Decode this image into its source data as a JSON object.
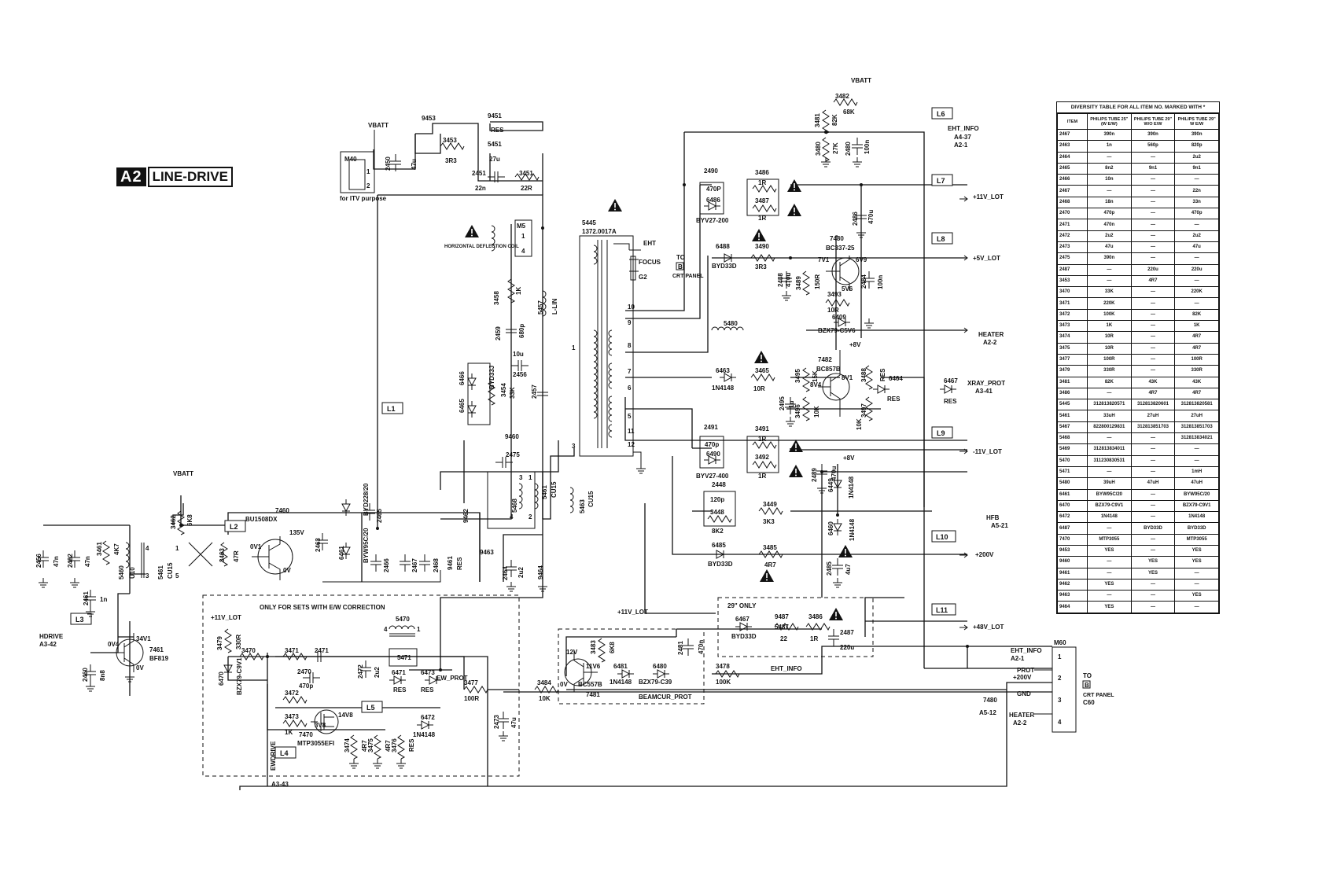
{
  "title": {
    "code": "A2",
    "name": "LINE-DRIVE"
  },
  "connectors": {
    "L1": "L1",
    "L2": "L2",
    "L3": "L3",
    "L4": "L4",
    "L5": "L5",
    "L6": "L6",
    "L7": "L7",
    "L8": "L8",
    "L9": "L9",
    "L10": "L10",
    "L11": "L11"
  },
  "nets": {
    "vbatt": "VBATT",
    "eht_info": "EHT_INFO",
    "eht_info_ref": "A4-37",
    "eht_info_ref2": "A2-1",
    "v11_lot": "+11V_LOT",
    "v5_lot": "+5V_LOT",
    "heater": "HEATER",
    "heater_ref": "A2-2",
    "xray_prot": "XRAY_PROT",
    "xray_ref": "A3-41",
    "vm11_lot": "-11V_LOT",
    "hfb": "HFB",
    "hfb_ref": "A5-21",
    "v200": "+200V",
    "v48_lot": "+48V_LOT",
    "hdrive": "HDRIVE",
    "hdrive_ref": "A3-42",
    "ewdrive": "EWDRIVE",
    "ewdrive_ref": "A3-43",
    "ew_prot": "EW_PROT",
    "beamcur_prot": "BEAMCUR_PROT",
    "v8": "+8V",
    "v8b": "+8V",
    "v11_lot2": "+11V_LOT",
    "v11_lot3": "+11V_LOT",
    "eht_info2": "EHT_INFO",
    "eht_info3": "EHT_INFO",
    "eht_ref3": "A2-1",
    "prot": "PROT",
    "prot_v": "+200V",
    "gnd": "GND",
    "heater2": "HEATER",
    "heater2_ref": "A2-2",
    "r7480": "7480",
    "r7480_ref": "A5-12"
  },
  "labels": {
    "m40": "M40",
    "m40_1": "1",
    "m40_2": "2",
    "itv": "for ITV purpose",
    "c2450": "2450",
    "c2450v": "47u",
    "r9453": "9453",
    "r3453": "3453",
    "r3453v": "3R3",
    "r9451": "9451",
    "r9451v": "RES",
    "l5451": "5451",
    "l5451v": "27u",
    "c2451": "2451",
    "c2451v": "22n",
    "r3451": "3451",
    "r3451v": "22R",
    "hdc": "HORIZONTAL DEFLECTION COIL",
    "m5": "M5",
    "m5_1": "1",
    "m5_4": "4",
    "t5445": "5445",
    "t5445v": "1372.0017A",
    "eht": "EHT",
    "focus": "FOCUS",
    "g2": "G2",
    "to": "TO",
    "b": "B",
    "crt_panel": "CRT PANEL",
    "p10": "10",
    "p9": "9",
    "p8": "8",
    "p7": "7",
    "p6": "6",
    "p5": "5",
    "p11": "11",
    "p12": "12",
    "p1": "1",
    "p3": "3",
    "r3458": "3458",
    "r3458v": "1K",
    "l5457": "5457",
    "l5457v": "L-LIN",
    "c2459": "2459",
    "c2459v": "680p",
    "c2456v": "10u",
    "c2456": "2456",
    "d6466": "6466",
    "d6465": "6465",
    "d_byd33j": "BYD33J",
    "r3454": "3454",
    "r3454v": "33K",
    "c2457": "2457",
    "r9460": "9460",
    "c2475": "2475",
    "l5468": "5468",
    "l5468p3": "3",
    "l5468p4": "4",
    "l5461b": "5461",
    "l5461bv": "CU15",
    "l5461bp1": "1",
    "l5461bp2": "2",
    "l5463": "5463",
    "l5463v": "CU15",
    "r9462": "9462",
    "r9463": "9463",
    "c2464": "2464",
    "c2464v": "2u2",
    "c9464": "9464",
    "c2490": "2490",
    "c2490v": "470P",
    "d6486": "6486",
    "d_byv27_200": "BYV27-200",
    "r3486": "3486",
    "r3486v": "1R",
    "r3487": "3487",
    "r3487v": "1R",
    "c2486": "2486",
    "c2486v": "470u",
    "d6488": "6488",
    "d6488v": "BYD33D",
    "r3490": "3490",
    "r3490v": "3R3",
    "q7480": "7480",
    "q7480v": "BC337-25",
    "q7480_7v": "7V1",
    "q7480_6v": "6V9",
    "q7480_5v": "5V6",
    "c2488": "2488",
    "c2488v": "470u",
    "r3489": "3489",
    "r3489v": "150R",
    "r3493": "3493",
    "r3493v": "10R",
    "d6409": "6409",
    "d_bzx_c5v6": "BZX79-C5V6",
    "c2484": "2484",
    "c2484v": "100n",
    "r3482": "3482",
    "r3482v": "68K",
    "r3481": "3481",
    "r3481v": "82K",
    "r3480": "3480",
    "r3480v": "27K",
    "c2480": "2480",
    "c2480v": "100n",
    "l5480": "5480",
    "d6463": "6463",
    "d6463v": "1N4148",
    "r3465": "3465",
    "r3465v": "10R",
    "r3495": "3495",
    "r3495v": "15K",
    "c2495": "2495",
    "c2495v": "1u",
    "r3496": "3496",
    "r3496v": "10K",
    "q7482": "7482",
    "q7482v": "BC857B",
    "q7482_8v": "8V1",
    "q7482_8v4": "8V4",
    "r3488": "3488",
    "r3488v": "RES",
    "d6464": "6464",
    "d6464v": "RES",
    "r3497": "3497",
    "r3497v": "10K",
    "d6467": "6467",
    "d6467v": "RES",
    "c2491": "2491",
    "c2491v": "470p",
    "d6490": "6490",
    "d_byv27_400": "BYV27-400",
    "r3491": "3491",
    "r3491v": "1R",
    "r3492": "3492",
    "r3492v": "1R",
    "c2489": "2489",
    "c2489v": "470u",
    "c2448": "2448",
    "c2448v": "120p",
    "r3448": "3448",
    "r3448v": "8K2",
    "r3449": "3449",
    "r3449v": "3K3",
    "d6485": "6485",
    "d6485v": "BYD33D",
    "r3485": "3485",
    "r3485v": "4R7",
    "d6449": "6449",
    "d6449v": "1N4148",
    "d6460": "6460",
    "d6460v": "1N4148",
    "c2485": "2485",
    "c2485v": "4u7",
    "tube29": "29\" ONLY",
    "d6467b": "6467",
    "d6467bv": "BYD33D",
    "r9487": "9487",
    "l5487": "5487",
    "l5487v": "22",
    "r3486b": "3486",
    "r3486bv": "1R",
    "c2487": "2487",
    "c2487v": "220u",
    "q7481": "7481",
    "q7481v": "BC557B",
    "q7481_12v": "12V",
    "q7481_8v": "0V",
    "q7481_11v": "11V6",
    "r3483": "3483",
    "r3483v": "6K8",
    "d6481": "6481",
    "d6481v": "1N4148",
    "d6480": "6480",
    "d6480v": "BZX79-C39",
    "c2481": "2481",
    "c2481v": "470n",
    "r3478": "3478",
    "r3478v": "100K",
    "r3484": "3484",
    "r3484v": "10K",
    "m60": "M60",
    "m60_1": "1",
    "m60_2": "2",
    "m60_3": "3",
    "m60_4": "4",
    "to2": "TO",
    "b2": "B",
    "crt_panel2": "CRT PANEL",
    "c60": "C60",
    "r3462": "3462",
    "r3462v": "6K8",
    "q7460": "7460",
    "q7460v": "BU1508DX",
    "q7460_135v": "135V",
    "q7460_0v1": "0V1",
    "q7460_0v": "0V",
    "c2463": "2463",
    "c2465": "2465",
    "d_byw95": "BYW95C/20",
    "d6461": "6461",
    "d_byd228": "BYD228/20",
    "c2466": "2466",
    "c2467": "2467",
    "c2468": "2468",
    "r9461": "9461",
    "r9461v": "RES",
    "c2456b": "2456",
    "c2456bv": "47n",
    "c2482": "2482",
    "c2482v": "47n",
    "r3461": "3461",
    "r3461v": "4K7",
    "l5460": "5460",
    "l5460v": "U10",
    "l5461": "5461",
    "l5461v": "CU15",
    "r3463": "3463",
    "r3463v": "47R",
    "p4": "4",
    "p1b": "1",
    "p3b": "3",
    "p5b": "5",
    "c2461": "2461",
    "c2461v": "1n",
    "c2460": "2460",
    "c2460v": "8n8",
    "q7461": "7461",
    "q7461v": "BF819",
    "q7461_34v": "34V1",
    "q7461_0v4": "0V4",
    "q7461_0v": "0V",
    "ew_box": "ONLY FOR SETS WITH E/W CORRECTION",
    "r3479": "3479",
    "r3479v": "330R",
    "d6470": "6470",
    "d6470v": "BZX79-C9V1",
    "r3470": "3470",
    "r3471": "3471",
    "c2471": "2471",
    "c2470": "2470",
    "c2470v": "470p",
    "r3472": "3472",
    "r3473": "3473",
    "r3473v": "1K",
    "q7470": "7470",
    "q7470v": "MTP3055EFI",
    "q7470_14v": "14V8",
    "q7470_3v": "3V8",
    "c2472": "2472",
    "c2472v": "2u2",
    "l5470": "5470",
    "l5470p4": "4",
    "l5470p1": "1",
    "l5471": "5471",
    "d6471": "6471",
    "d6471v": "RES",
    "d6473": "6473",
    "d6473v": "RES",
    "r3477": "3477",
    "r3477v": "100R",
    "d6472": "6472",
    "d6472v": "1N4148",
    "r3474": "3474",
    "r3474v": "4R7",
    "r3475": "3475",
    "r3475v": "4R7",
    "r3476": "3476",
    "r3476v": "RES",
    "c2473": "2473",
    "c2473v": "47u"
  },
  "diversity_table": {
    "title": "DIVERSITY TABLE FOR ALL ITEM NO. MARKED WITH *",
    "headers": [
      "ITEM",
      "PHILIPS TUBE 25\"(W E/W)",
      "PHILIPS TUBE 29\" W/O E/W",
      "PHILIPS TUBE 29\" W E/W"
    ],
    "rows": [
      [
        "2467",
        "390n",
        "390n",
        "390n"
      ],
      [
        "2463",
        "1n",
        "560p",
        "820p"
      ],
      [
        "2464",
        "—",
        "—",
        "2u2"
      ],
      [
        "2465",
        "8n2",
        "9n1",
        "9n1"
      ],
      [
        "2466",
        "10n",
        "—",
        "—"
      ],
      [
        "2467",
        "—",
        "—",
        "22n"
      ],
      [
        "2468",
        "18n",
        "—",
        "33n"
      ],
      [
        "2470",
        "470p",
        "—",
        "470p"
      ],
      [
        "2471",
        "470n",
        "—",
        "—"
      ],
      [
        "2472",
        "2u2",
        "—",
        "2u2"
      ],
      [
        "2473",
        "47u",
        "—",
        "47u"
      ],
      [
        "2475",
        "390n",
        "—",
        "—"
      ],
      [
        "2487",
        "—",
        "220u",
        "220u"
      ],
      [
        "3453",
        "—",
        "4R7",
        "—"
      ],
      [
        "3470",
        "33K",
        "—",
        "220K"
      ],
      [
        "3471",
        "220K",
        "—",
        "—"
      ],
      [
        "3472",
        "100K",
        "—",
        "82K"
      ],
      [
        "3473",
        "1K",
        "—",
        "1K"
      ],
      [
        "3474",
        "10R",
        "—",
        "4R7"
      ],
      [
        "3475",
        "10R",
        "—",
        "4R7"
      ],
      [
        "3477",
        "100R",
        "—",
        "100R"
      ],
      [
        "3479",
        "330R",
        "—",
        "330R"
      ],
      [
        "3481",
        "82K",
        "43K",
        "43K"
      ],
      [
        "3486",
        "—",
        "4R7",
        "4R7"
      ],
      [
        "5445",
        "312813820571",
        "312813820601",
        "312813820581"
      ],
      [
        "5461",
        "33uH",
        "27uH",
        "27uH"
      ],
      [
        "5467",
        "822800129831",
        "312813851703",
        "312813851703"
      ],
      [
        "5468",
        "—",
        "—",
        "312813834021"
      ],
      [
        "5469",
        "312813834011",
        "—",
        "—"
      ],
      [
        "5470",
        "311230830531",
        "—",
        "—"
      ],
      [
        "5471",
        "—",
        "—",
        "1mH"
      ],
      [
        "5480",
        "39uH",
        "47uH",
        "47uH"
      ],
      [
        "6461",
        "BYW95C/20",
        "—",
        "BYW95C/20"
      ],
      [
        "6470",
        "BZX79-C9V1",
        "—",
        "BZX79-C9V1"
      ],
      [
        "6472",
        "1N4148",
        "—",
        "1N4148"
      ],
      [
        "6487",
        "—",
        "BYD33D",
        "BYD33D"
      ],
      [
        "7470",
        "MTP3055",
        "—",
        "MTP3055"
      ],
      [
        "9453",
        "YES",
        "—",
        "YES"
      ],
      [
        "9460",
        "—",
        "YES",
        "YES"
      ],
      [
        "9461",
        "—",
        "YES",
        "—"
      ],
      [
        "9462",
        "YES",
        "—",
        "—"
      ],
      [
        "9463",
        "—",
        "—",
        "YES"
      ],
      [
        "9464",
        "YES",
        "—",
        "—"
      ]
    ]
  }
}
